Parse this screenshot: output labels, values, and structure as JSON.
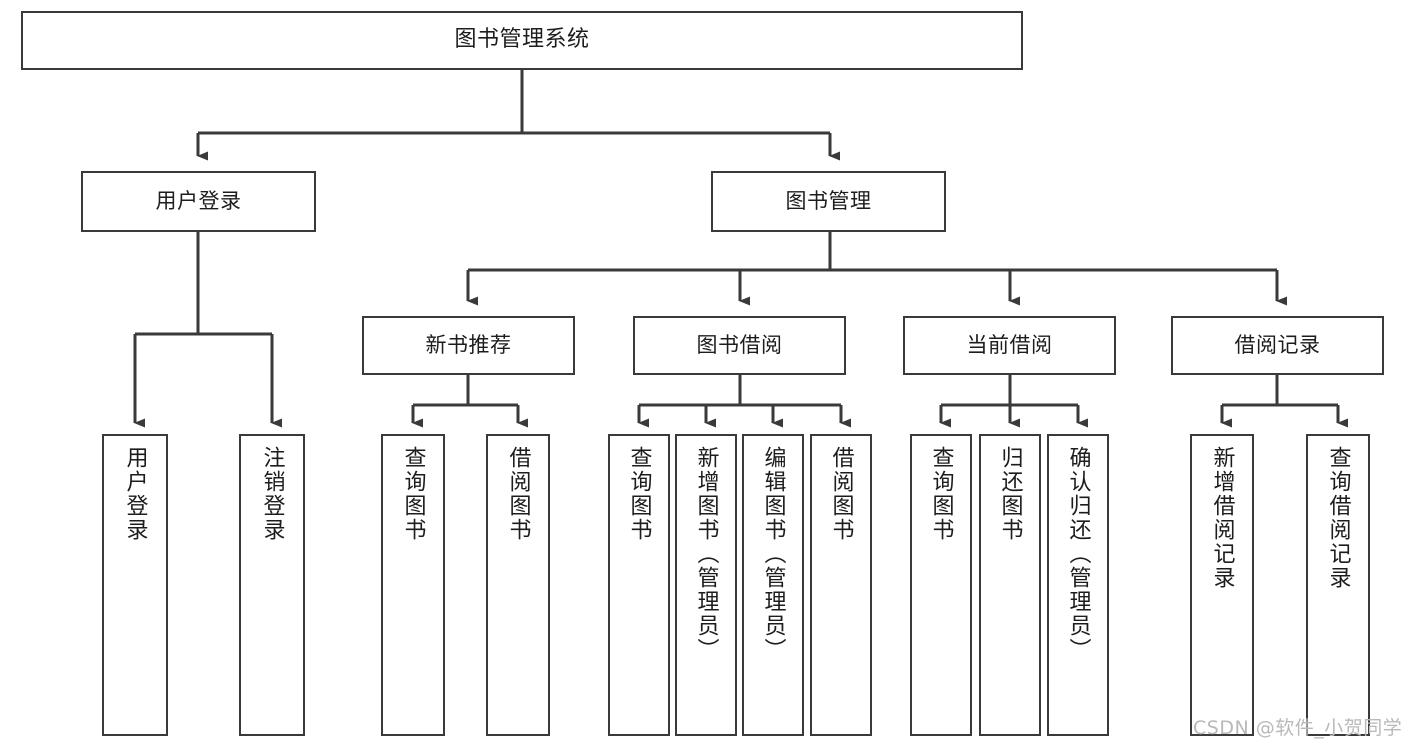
{
  "diagram": {
    "type": "hierarchy-tree",
    "title": "图书管理系统",
    "watermark": "CSDN @软件_小贺同学",
    "colors": {
      "box_border": "#3a3a3a",
      "box_fill": "#ffffff",
      "connector": "#3a3a3a",
      "text": "#1d1d1d",
      "watermark": "#b9b9b9",
      "background": "#ffffff"
    },
    "levels": {
      "level1": [
        {
          "id": "root",
          "label": "图书管理系统"
        }
      ],
      "level2": [
        {
          "id": "user-login",
          "label": "用户登录"
        },
        {
          "id": "book-manage",
          "label": "图书管理"
        }
      ],
      "level3": [
        {
          "id": "new-book-rec",
          "label": "新书推荐",
          "parent": "book-manage"
        },
        {
          "id": "book-borrow",
          "label": "图书借阅",
          "parent": "book-manage"
        },
        {
          "id": "current-borrow",
          "label": "当前借阅",
          "parent": "book-manage"
        },
        {
          "id": "borrow-record",
          "label": "借阅记录",
          "parent": "book-manage"
        }
      ],
      "leaves": [
        {
          "id": "leaf-user-login",
          "label": "用户登录",
          "parent": "user-login"
        },
        {
          "id": "leaf-logout",
          "label": "注销登录",
          "parent": "user-login"
        },
        {
          "id": "leaf-query-book-1",
          "label": "查询图书",
          "parent": "new-book-rec"
        },
        {
          "id": "leaf-borrow-book-1",
          "label": "借阅图书",
          "parent": "new-book-rec"
        },
        {
          "id": "leaf-query-book-2",
          "label": "查询图书",
          "parent": "book-borrow"
        },
        {
          "id": "leaf-add-book",
          "label": "新增图书（管理员）",
          "parent": "book-borrow"
        },
        {
          "id": "leaf-edit-book",
          "label": "编辑图书（管理员）",
          "parent": "book-borrow"
        },
        {
          "id": "leaf-borrow-book-2",
          "label": "借阅图书",
          "parent": "book-borrow"
        },
        {
          "id": "leaf-query-book-3",
          "label": "查询图书",
          "parent": "current-borrow"
        },
        {
          "id": "leaf-return-book",
          "label": "归还图书",
          "parent": "current-borrow"
        },
        {
          "id": "leaf-confirm-return",
          "label": "确认归还（管理员）",
          "parent": "current-borrow"
        },
        {
          "id": "leaf-add-record",
          "label": "新增借阅记录",
          "parent": "borrow-record"
        },
        {
          "id": "leaf-query-record",
          "label": "查询借阅记录",
          "parent": "borrow-record"
        }
      ]
    }
  }
}
